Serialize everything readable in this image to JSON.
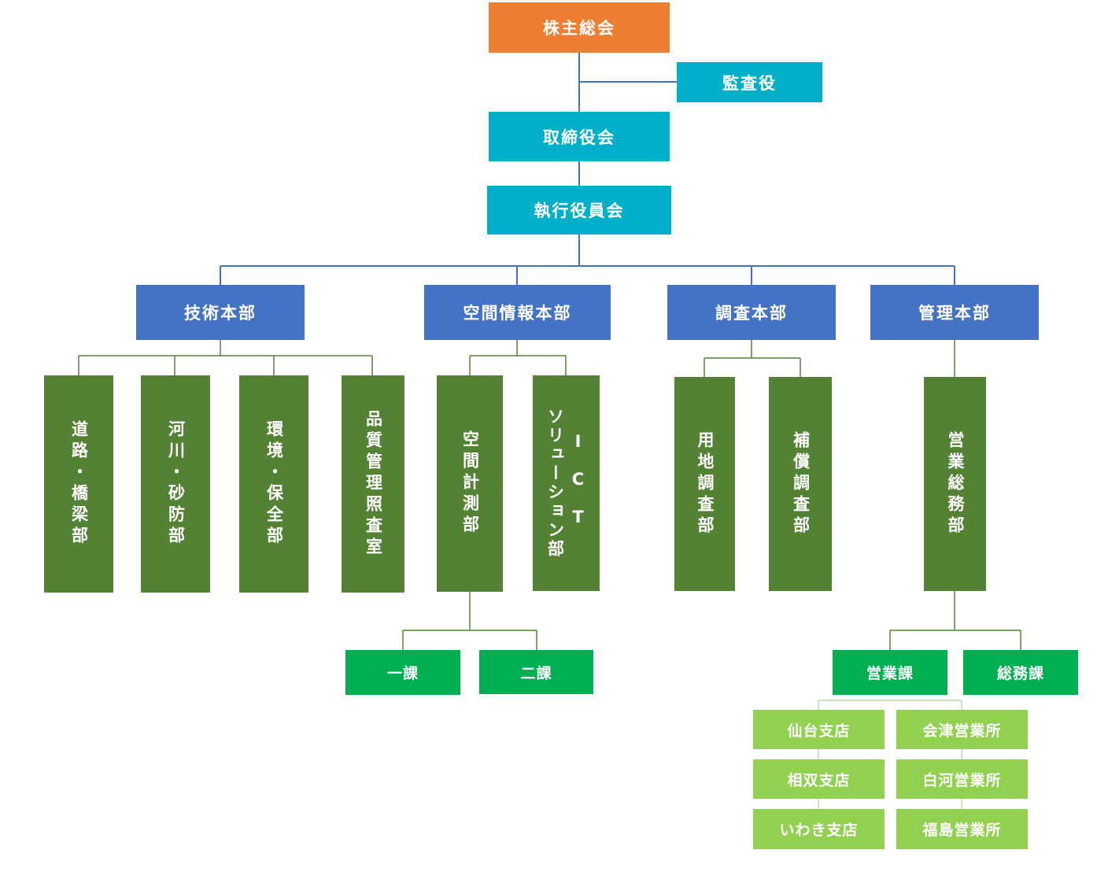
{
  "colors": {
    "shareholders": "#ED7D31",
    "governance": "#00B0C8",
    "headquarters": "#4472C4",
    "departments": "#548235",
    "sections": "#00B050",
    "branches": "#92D050",
    "line_blue": "#4472C4",
    "line_green": "#548235",
    "line_light": "#A9D18E"
  },
  "top": {
    "shareholders": "株主総会",
    "auditor": "監査役",
    "board": "取締役会",
    "executive": "執行役員会"
  },
  "headquarters": {
    "tech": "技術本部",
    "spatial": "空間情報本部",
    "survey": "調査本部",
    "admin": "管理本部"
  },
  "departments": {
    "road": "道路・橋梁部",
    "river": "河川・砂防部",
    "env": "環境・保全部",
    "quality": "品質管理照査室",
    "spatial_survey": "空間計測部",
    "ict_line1": "ICT",
    "ict_line2": "ソリューション部",
    "land": "用地調査部",
    "compensation": "補償調査部",
    "sales_admin": "営業総務部"
  },
  "sections": {
    "ikka": "一課",
    "nika": "二課",
    "sales": "営業課",
    "general": "総務課"
  },
  "branches": {
    "sendai": "仙台支店",
    "aizu": "会津営業所",
    "soso": "相双支店",
    "shirakawa": "白河営業所",
    "iwaki": "いわき支店",
    "fukushima": "福島営業所"
  }
}
